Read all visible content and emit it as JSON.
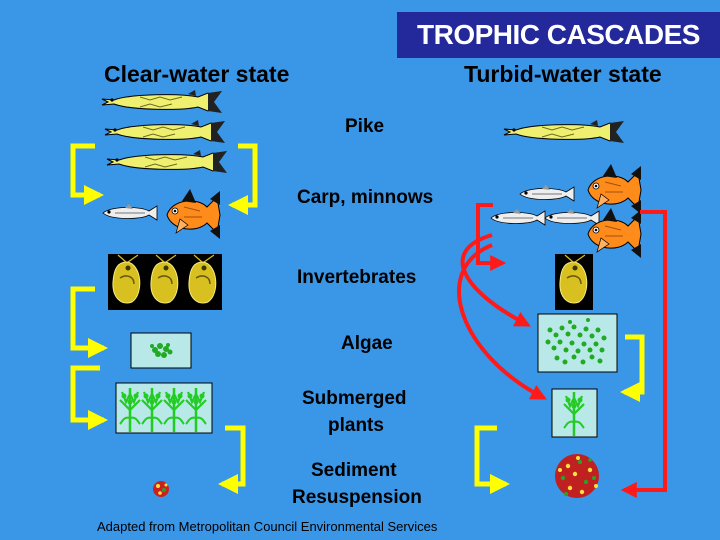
{
  "title": "TROPHIC CASCADES",
  "headings": {
    "clear": "Clear-water state",
    "turbid": "Turbid-water state"
  },
  "levels": {
    "pike": "Pike",
    "carp": "Carp, minnows",
    "invertebrates": "Invertebrates",
    "algae": "Algae",
    "submerged_line1": "Submerged",
    "submerged_line2": "plants",
    "sediment_line1": "Sediment",
    "sediment_line2": "Resuspension"
  },
  "credit": "Adapted from Metropolitan Council Environmental Services",
  "colors": {
    "background": "#3a96e6",
    "title_box": "#23289a",
    "yellow_arrow": "#ffff00",
    "red_arrow": "#ff1a1a",
    "pike_body": "#f0f070",
    "carp_body": "#ff8c1a",
    "panel": "#b8e8e8",
    "plant": "#22cc22"
  }
}
